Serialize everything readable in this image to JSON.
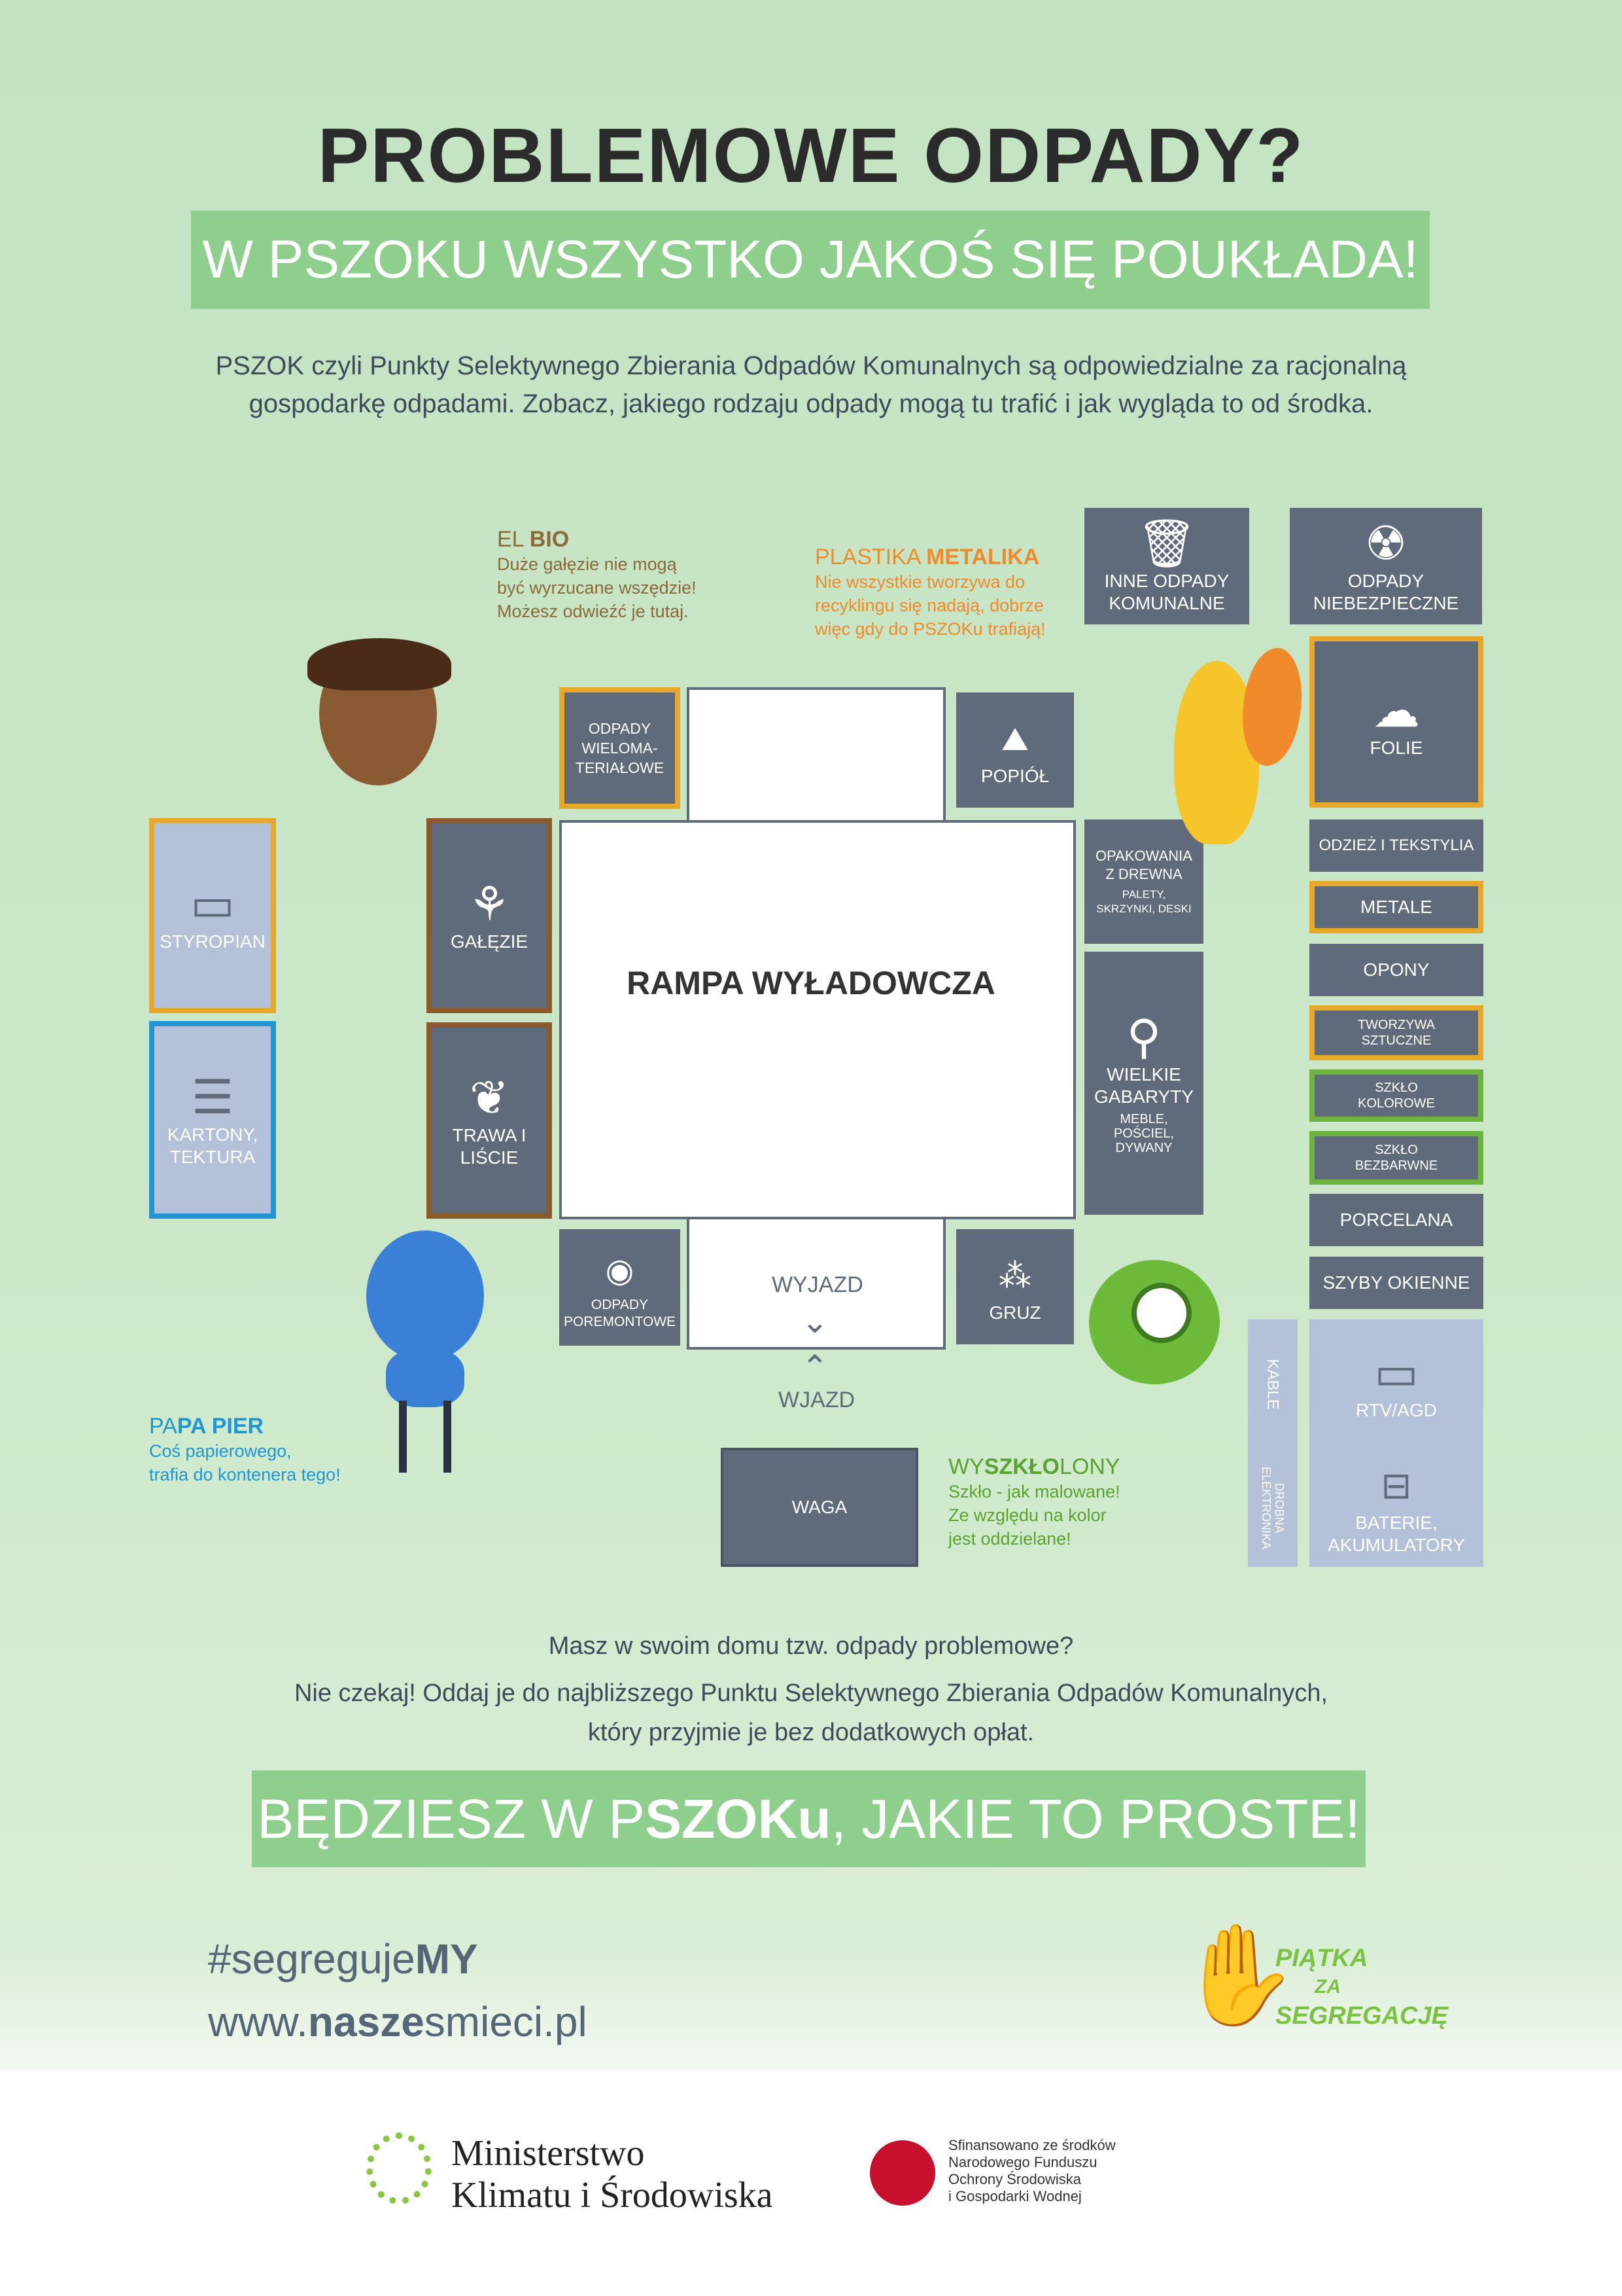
{
  "header": {
    "title": "PROBLEMOWE ODPADY?",
    "subtitle": "W PSZOKU WSZYSTKO JAKOŚ SIĘ POUKŁADA!",
    "intro_line1": "PSZOK czyli Punkty Selektywnego Zbierania Odpadów Komunalnych są odpowiedzialne za racjonalną",
    "intro_line2": "gospodarkę odpadami. Zobacz, jakiego rodzaju odpady mogą tu trafić i jak wygląda to od środka."
  },
  "map": {
    "rampa": "RAMPA WYŁADOWCZA",
    "wyjazd": "WYJAZD",
    "wjazd": "WJAZD",
    "boxes": {
      "inne": "INNE ODPADY KOMUNALNE",
      "niebezpieczne": "ODPADY NIEBEZPIECZNE",
      "folie": "FOLIE",
      "wielomaterialowe": "ODPADY WIELOMA-TERIAŁOWE",
      "popiol": "POPIÓŁ",
      "styropian": "STYROPIAN",
      "galezie": "GAŁĘZIE",
      "kartony": "KARTONY, TEKTURA",
      "trawa": "TRAWA I LIŚCIE",
      "opak_drewna": "OPAKOWANIA Z DREWNA",
      "opak_drewna_sub": "PALETY, SKRZYNKI, DESKI",
      "wielkie": "WIELKIE GABARYTY",
      "wielkie_sub": "MEBLE, POŚCIEL, DYWANY",
      "odziez": "ODZIEŻ I TEKSTYLIA",
      "metale": "METALE",
      "opony": "OPONY",
      "tworzywa": "TWORZYWA SZTUCZNE",
      "szklo_kol": "SZKŁO KOLOROWE",
      "szklo_bez": "SZKŁO BEZBARWNE",
      "porcelana": "PORCELANA",
      "szyby": "SZYBY OKIENNE",
      "poremontowe": "ODPADY POREMONTOWE",
      "gruz": "GRUZ",
      "kable": "KABLE",
      "rtv": "RTV/AGD",
      "drobna": "DROBNA ELEKTRONIKA",
      "baterie": "BATERIE, AKUMULATORY",
      "waga": "WAGA"
    }
  },
  "characters": {
    "bio": {
      "name_a": "EL ",
      "name_b": "BIO",
      "line1": "Duże gałęzie nie mogą",
      "line2": "być wyrzucane wszędzie!",
      "line3": "Możesz odwieźć je tutaj."
    },
    "metalika": {
      "name_a": "PLASTIKA ",
      "name_b": "METALIKA",
      "line1": "Nie wszystkie tworzywa do",
      "line2": "recyklingu się nadają, dobrze",
      "line3": "więc gdy do PSZOKu trafiają!"
    },
    "papier": {
      "name_a": "PA",
      "name_b": "PA PIER",
      "line1": "Coś papierowego,",
      "line2": "trafia do kontenera tego!"
    },
    "szklo": {
      "name_a": "WY",
      "name_b": "SZKŁO",
      "name_c": "LONY",
      "line1": "Szkło - jak malowane!",
      "line2": "Ze względu na kolor",
      "line3": "jest oddzielane!"
    }
  },
  "bottom": {
    "q1": "Masz w swoim domu tzw. odpady problemowe?",
    "q2": "Nie czekaj! Oddaj je do najbliższego Punktu Selektywnego Zbierania Odpadów Komunalnych,",
    "q3": "który przyjmie je bez dodatkowych opłat.",
    "banner_a": "BĘDZIESZ W P",
    "banner_b": "SZOKu",
    "banner_c": ", JAKIE TO PROSTE!",
    "hashtag_a": "#segreguje",
    "hashtag_b": "MY",
    "www_a": "www.",
    "www_b": "nasze",
    "www_c": "smieci.pl",
    "logo_text1": "PIĄTKA",
    "logo_text2": "ZA",
    "logo_text3": "SEGREGACJĘ"
  },
  "footer": {
    "ministry1": "Ministerstwo",
    "ministry2": "Klimatu i Środowiska",
    "fund1": "Sfinansowano ze środków",
    "fund2": "Narodowego Funduszu",
    "fund3": "Ochrony Środowiska",
    "fund4": "i Gospodarki Wodnej"
  },
  "colors": {
    "green": "#8fcf8e",
    "box": "#5f6b7b",
    "box_light": "#b3c1d9",
    "yellow": "#e8a92a",
    "brown": "#8b5a2b",
    "blue": "#2196d3",
    "lime": "#6db33f"
  }
}
